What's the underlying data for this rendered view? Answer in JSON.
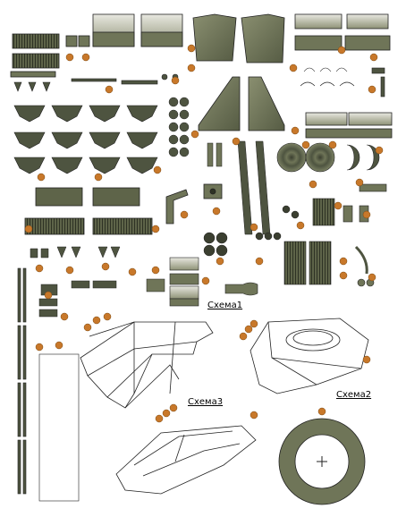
{
  "sheet": {
    "scheme_labels": [
      "Схема1",
      "Схема2",
      "Схема3"
    ]
  },
  "colors": {
    "armor_olive": "#6f7558",
    "armor_dark": "#4e5440",
    "armor_light": "#9aa084",
    "badge_orange": "#c8782a",
    "outline": "#222222",
    "paper": "#ffffff"
  }
}
